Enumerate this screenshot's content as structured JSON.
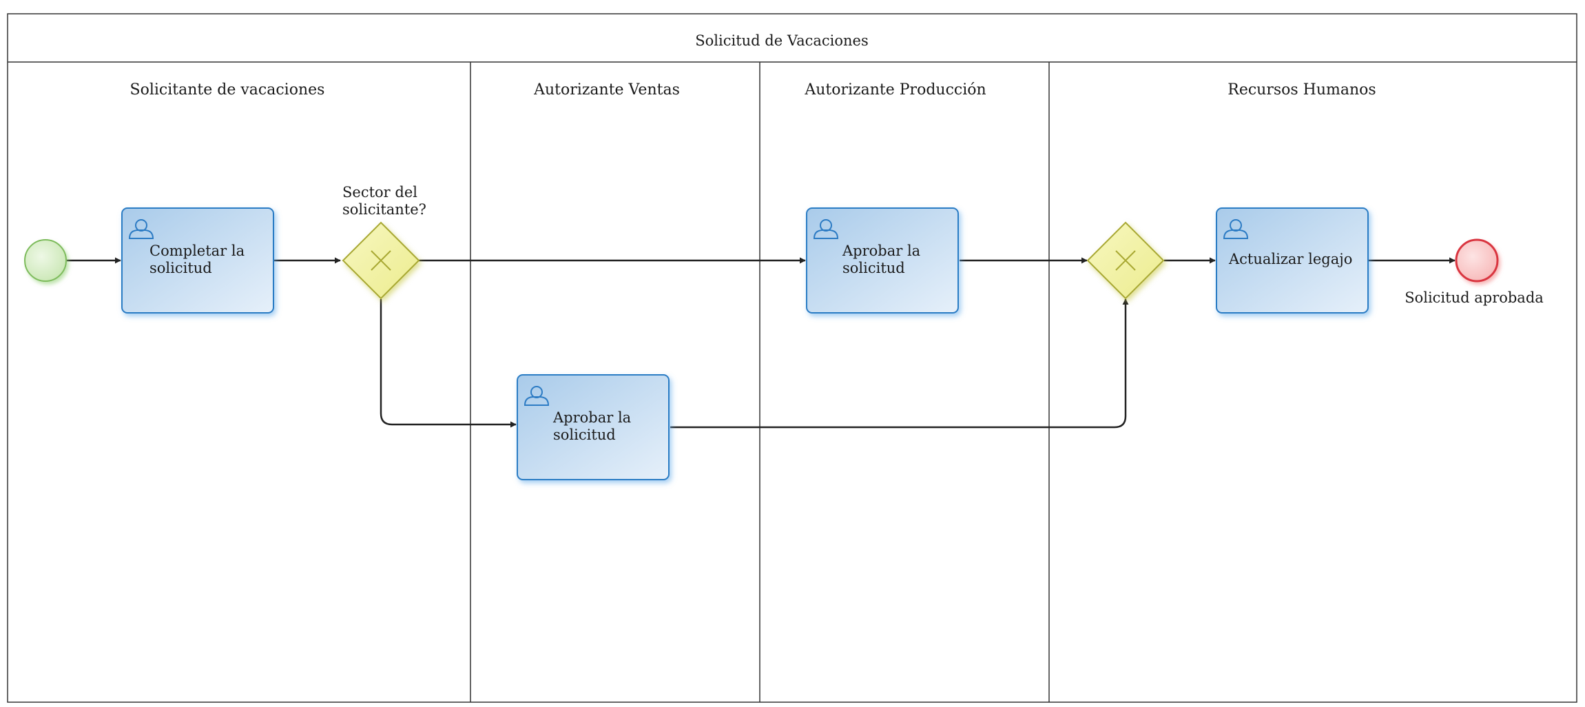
{
  "pool": {
    "title": "Solicitud de Vacaciones"
  },
  "lanes": [
    {
      "title": "Solicitante de vacaciones"
    },
    {
      "title": "Autorizante Ventas"
    },
    {
      "title": "Autorizante Producción"
    },
    {
      "title": "Recursos Humanos"
    }
  ],
  "tasks": {
    "completar": {
      "line1": "Completar la",
      "line2": "solicitud"
    },
    "aprobar_produccion": {
      "line1": "Aprobar la",
      "line2": "solicitud"
    },
    "aprobar_ventas": {
      "line1": "Aprobar la",
      "line2": "solicitud"
    },
    "actualizar": {
      "line1": "Actualizar legajo"
    }
  },
  "gateways": {
    "split": {
      "line1": "Sector del",
      "line2": "solicitante?"
    }
  },
  "events": {
    "end": {
      "label": "Solicitud aprobada"
    }
  },
  "colors": {
    "task_fill_start": "#a9cbea",
    "task_fill_end": "#e3eef9",
    "task_stroke": "#2c7bc4",
    "gateway_fill": "#f3f3a8",
    "gateway_stroke": "#a8a832",
    "start_fill": "#d6eec7",
    "start_stroke": "#7dbb5c",
    "end_fill": "#fbcaca",
    "end_stroke": "#d9343f",
    "line": "#222222"
  }
}
